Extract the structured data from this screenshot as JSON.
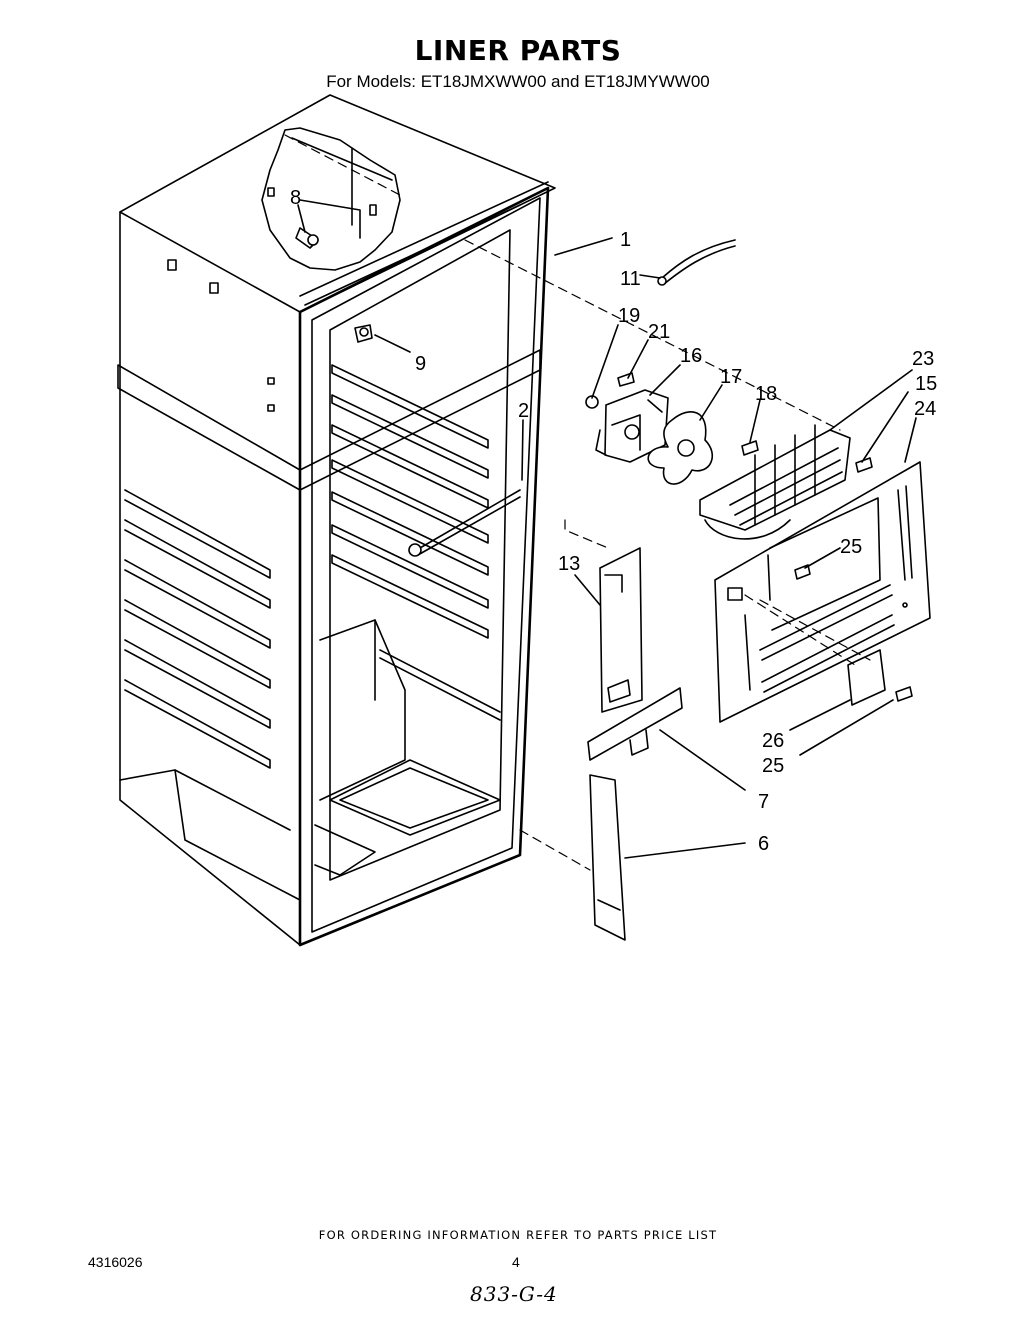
{
  "title": "LINER PARTS",
  "subtitle": "For Models: ET18JMXWW00 and ET18JMYWW00",
  "footer_note": "FOR ORDERING INFORMATION REFER TO PARTS PRICE LIST",
  "doc_number": "4316026",
  "page_number": "4",
  "handwritten_mark": "833-G-4",
  "callouts": {
    "c1": "1",
    "c2": "2",
    "c6": "6",
    "c7": "7",
    "c8": "8",
    "c9": "9",
    "c11": "11",
    "c13": "13",
    "c15": "15",
    "c16": "16",
    "c17": "17",
    "c18": "18",
    "c19": "19",
    "c21": "21",
    "c23": "23",
    "c24": "24",
    "c25a": "25",
    "c26": "26",
    "c25b": "25"
  }
}
